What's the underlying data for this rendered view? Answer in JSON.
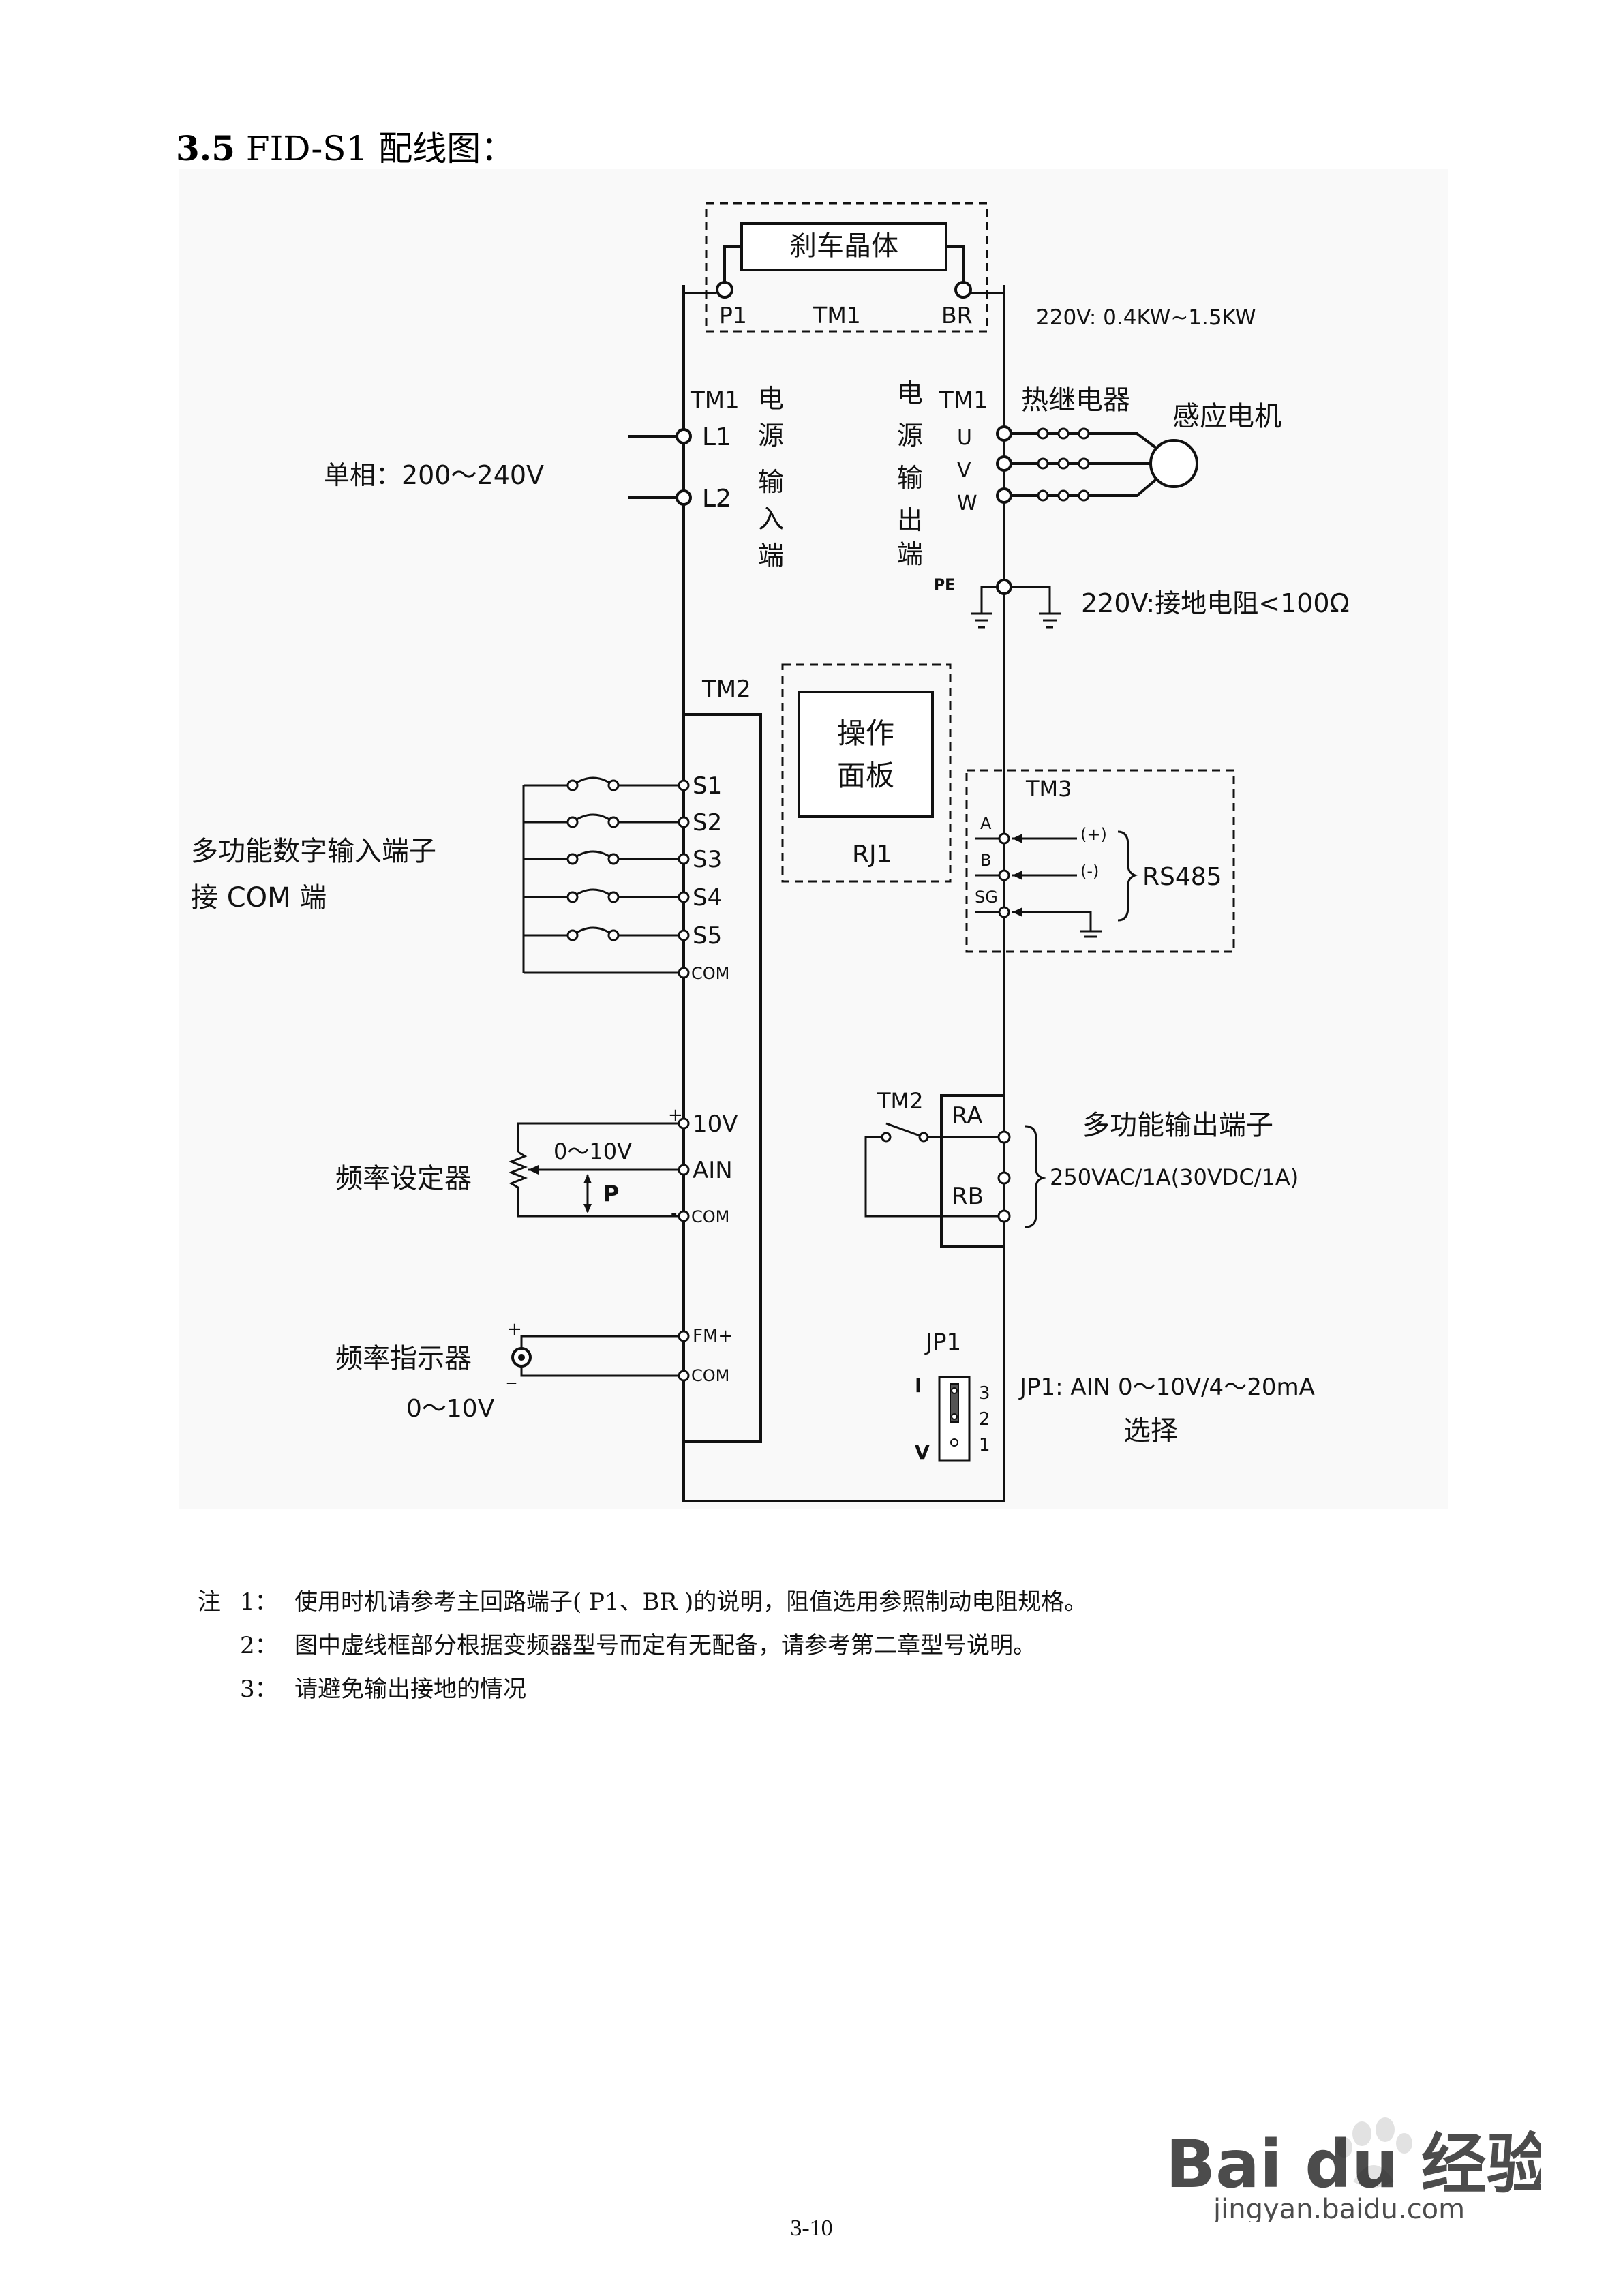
{
  "section_title": {
    "number": "3.5",
    "text": "FID-S1 配线图："
  },
  "braking": {
    "box_label": "刹车晶体",
    "p1": "P1",
    "tm1": "TM1",
    "br": "BR",
    "spec": "220V: 0.4KW~1.5KW"
  },
  "power": {
    "tm1_left": "TM1",
    "l1": "L1",
    "l2": "L2",
    "input_label": [
      "电",
      "源",
      "输",
      "入",
      "端"
    ],
    "single_phase": "单相：200～240V",
    "tm1_right": "TM1",
    "u": "U",
    "v": "V",
    "w": "W",
    "output_label": [
      "电",
      "源",
      "输",
      "出",
      "端"
    ],
    "thermal_relay": "热继电器",
    "motor": "感应电机",
    "pe": "PE",
    "ground_spec": "220V:接地电阻<100Ω"
  },
  "digital_inputs": {
    "tm2": "TM2",
    "terminals": [
      "S1",
      "S2",
      "S3",
      "S4",
      "S5",
      "COM"
    ],
    "label_line1": "多功能数字输入端子",
    "label_line2": "接 COM 端"
  },
  "panel": {
    "line1": "操作",
    "line2": "面板",
    "rj1": "RJ1"
  },
  "rs485": {
    "tm3": "TM3",
    "a": "A",
    "b": "B",
    "sg": "SG",
    "plus": "(+)",
    "minus": "(-)",
    "label": "RS485"
  },
  "analog": {
    "v10": "10V",
    "ain": "AIN",
    "com": "COM",
    "plus": "+",
    "minus": "-",
    "range": "0～10V",
    "p": "P",
    "label": "频率设定器"
  },
  "relay": {
    "tm2": "TM2",
    "ra": "RA",
    "rb": "RB",
    "label": "多功能输出端子",
    "spec": "250VAC/1A(30VDC/1A)"
  },
  "meter": {
    "fm": "FM+",
    "com": "COM",
    "plus": "+",
    "minus": "_",
    "label": "频率指示器",
    "range": "0～10V"
  },
  "jumper": {
    "jp1": "JP1",
    "i": "I",
    "v": "V",
    "n3": "3",
    "n2": "2",
    "n1": "1",
    "desc": "JP1: AIN 0～10V/4～20mA",
    "select": "选择"
  },
  "notes": {
    "prefix": "注",
    "items": [
      {
        "num": "1：",
        "text": "使用时机请参考主回路端子( P1、BR )的说明，阻值选用参照制动电阻规格。"
      },
      {
        "num": "2：",
        "text": "图中虚线框部分根据变频器型号而定有无配备，请参考第二章型号说明。"
      },
      {
        "num": "3：",
        "text": "请避免输出接地的情况"
      }
    ]
  },
  "page_number": "3-10",
  "watermark": {
    "brand": "Bai du 经验",
    "url": "jingyan.baidu.com"
  }
}
